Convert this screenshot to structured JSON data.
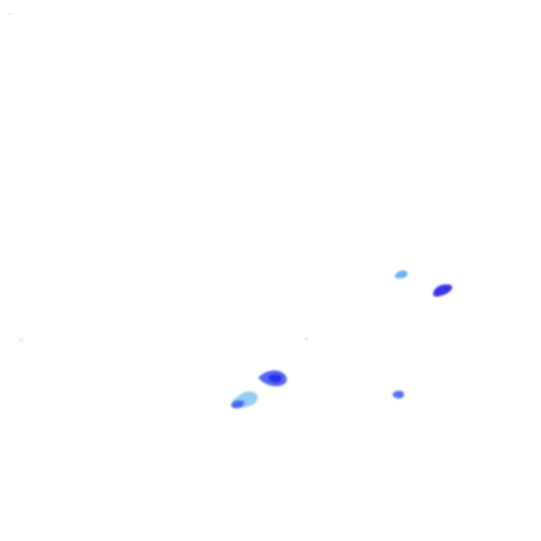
{
  "background": "#ffffff",
  "colors": {
    "light_blue": "#8cc8f4",
    "sky_blue": "#5aa6ee",
    "mid_blue": "#4a6cf0",
    "deep_blue": "#2a2ae6",
    "pale_speck": "#c8daf4"
  },
  "marks": [
    {
      "name": "blob-small-light-top",
      "color_key": "sky_blue"
    },
    {
      "name": "blob-deep-right",
      "color_key": "deep_blue"
    },
    {
      "name": "blob-large-center",
      "color_key": "deep_blue"
    },
    {
      "name": "blob-light-lower-left",
      "color_key": "light_blue"
    },
    {
      "name": "blob-small-lower-right",
      "color_key": "mid_blue"
    },
    {
      "name": "speck-left",
      "color_key": "pale_speck"
    },
    {
      "name": "speck-center",
      "color_key": "pale_speck"
    },
    {
      "name": "speck-top-left",
      "color_key": "pale_speck"
    }
  ]
}
